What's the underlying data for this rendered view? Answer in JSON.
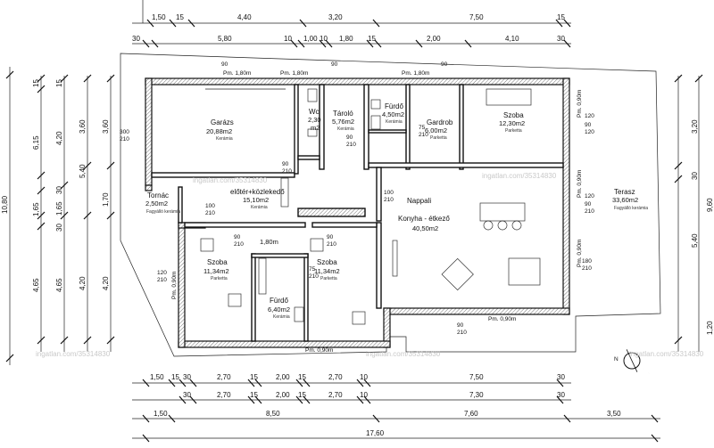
{
  "rooms": {
    "garazs": {
      "name": "Garázs",
      "area": "20,88m2",
      "floor": "Kerámia"
    },
    "wc": {
      "name": "Wc",
      "area": "2,30",
      "unit": "m2"
    },
    "tarolo": {
      "name": "Tároló",
      "area": "5,76m2",
      "floor": "Kerámia"
    },
    "furdo1": {
      "name": "Fürdő",
      "area": "4,50m2",
      "floor": "Kerámia"
    },
    "gardrob": {
      "name": "Gardrob",
      "area": "6,00m2",
      "floor": "Parketta"
    },
    "szoba1": {
      "name": "Szoba",
      "area": "12,30m2",
      "floor": "Parketta"
    },
    "eloter": {
      "name": "előtér+közlekedő",
      "area": "15,10m2",
      "floor": "Kerámia"
    },
    "tornac": {
      "name": "Tornác",
      "area": "2,50m2",
      "floor": "Fagyálló kerámia"
    },
    "nappali": {
      "name": "Nappali",
      "sub": "Konyha - étkező",
      "area": "40,50m2"
    },
    "terasz": {
      "name": "Terasz",
      "area": "33,60m2",
      "floor": "Fagyálló kerámia"
    },
    "szoba2": {
      "name": "Szoba",
      "area": "11,34m2",
      "floor": "Parketta"
    },
    "szoba3": {
      "name": "Szoba",
      "area": "11,34m2",
      "floor": "Parketta"
    },
    "furdo2": {
      "name": "Fürdő",
      "area": "6,40m2",
      "floor": "Kerámia"
    }
  },
  "corridor_width": "1,80m",
  "top_dims_row1": [
    "1,50",
    "15",
    "4,40",
    "3,20",
    "7,50",
    "15"
  ],
  "top_dims_row2": [
    "30",
    "5,80",
    "10",
    "1,00",
    "10",
    "1,80",
    "15",
    "2,00",
    "4,10",
    "30"
  ],
  "top_pm_labels": [
    "90",
    "Pm. 1,80m",
    "Pm. 1,80m",
    "Pm. 1,80m",
    "90",
    "90"
  ],
  "bottom_dims_row1": [
    "1,50",
    "15",
    "30",
    "2,70",
    "15",
    "2,00",
    "15",
    "2,70",
    "10",
    "7,50",
    "30"
  ],
  "bottom_dims_row2": [
    "30",
    "2,70",
    "15",
    "2,00",
    "15",
    "2,70",
    "10",
    "7,30",
    "30"
  ],
  "bottom_dims_row3": [
    "1,50",
    "8,50",
    "7,60",
    "3,50"
  ],
  "bottom_total": "17,60",
  "bottom_pm_labels": [
    "Pm. 0,90m",
    "Pm. 0,90m"
  ],
  "left_dims_col1": [
    "15",
    "6,15",
    "1,65",
    "4,65"
  ],
  "left_dims_col2": [
    "15",
    "4,20",
    "30",
    "1,65",
    "30",
    "4,65"
  ],
  "left_dims_col3": [
    "3,60",
    "5,40",
    "4,20"
  ],
  "left_dims_col4": [
    "3,60",
    "1,70",
    "4,20"
  ],
  "left_total": "10,80",
  "right_dims": [
    "3,20",
    "30",
    "5,40"
  ],
  "right_partial": [
    "9,60",
    "1,20"
  ],
  "openings": [
    "300",
    "210",
    "90",
    "210",
    "90",
    "210",
    "100",
    "210",
    "100",
    "210",
    "120",
    "210",
    "90",
    "210",
    "75",
    "210",
    "90",
    "120",
    "90",
    "210",
    "180",
    "210",
    "120",
    "120",
    "75",
    "210",
    "90",
    "210",
    "90",
    "210"
  ],
  "pm_right": [
    "Pm. 0,90m",
    "Pm. 0,90m",
    "Pm. 0,90m"
  ],
  "pm_left": [
    "Pm. 0,90m"
  ],
  "watermark": "ingatlan.com/35314830",
  "compass": "N"
}
